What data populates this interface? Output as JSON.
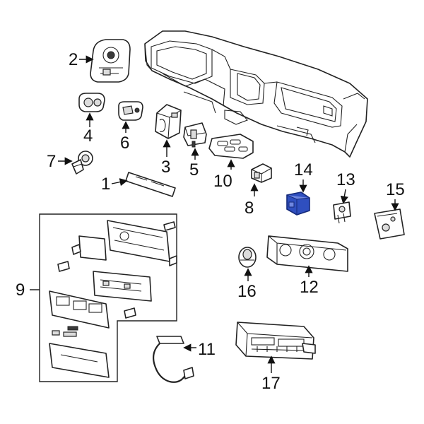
{
  "callouts": {
    "c1": "1",
    "c2": "2",
    "c3": "3",
    "c4": "4",
    "c5": "5",
    "c6": "6",
    "c7": "7",
    "c8": "8",
    "c9": "9",
    "c10": "10",
    "c11": "11",
    "c12": "12",
    "c13": "13",
    "c14": "14",
    "c15": "15",
    "c16": "16",
    "c17": "17"
  },
  "highlight": {
    "part": "14",
    "color": "#2f4fbf"
  }
}
